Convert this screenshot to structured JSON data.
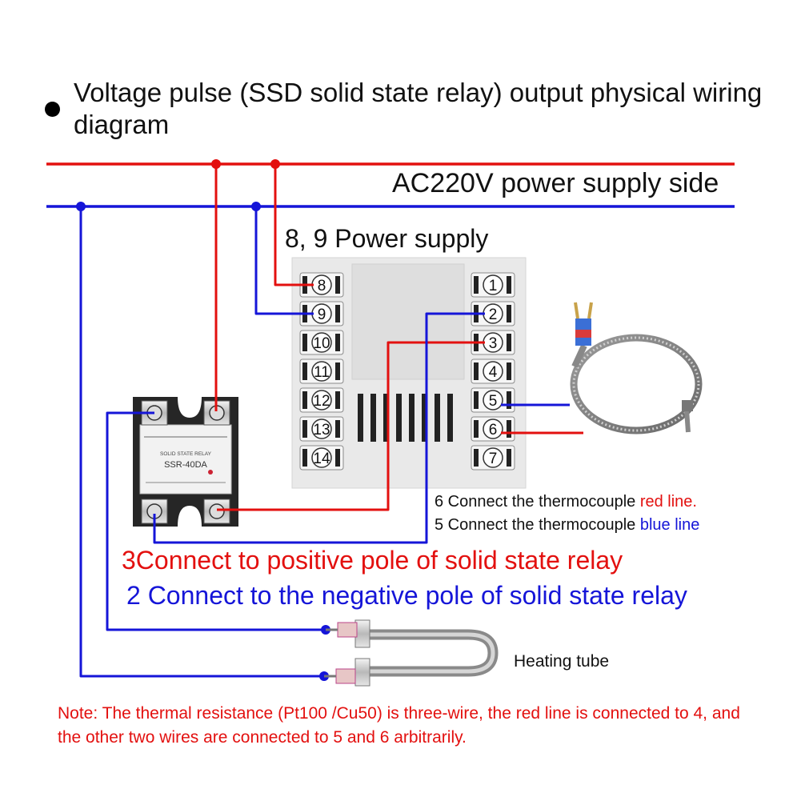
{
  "title": "Voltage pulse (SSD solid state relay) output physical wiring diagram",
  "power_side_label": "AC220V power supply side",
  "power_supply_label": "8, 9 Power supply",
  "controller": {
    "left_terminals": [
      "8",
      "9",
      "10",
      "11",
      "12",
      "13",
      "14"
    ],
    "right_terminals": [
      "1",
      "2",
      "3",
      "4",
      "5",
      "6",
      "7"
    ]
  },
  "relay": {
    "label_top": "SOLID STATE RELAY",
    "model": "SSR-40DA"
  },
  "thermocouple_notes": {
    "line6_prefix": "6 Connect the thermocouple ",
    "line6_color_word": "red line.",
    "line5_prefix": "5 Connect the thermocouple ",
    "line5_color_word": "blue line"
  },
  "connect_positive": "3Connect to positive pole of solid state relay",
  "connect_negative": "2 Connect to the negative pole of solid state relay",
  "heating_tube_label": "Heating tube",
  "note": "Note: The thermal resistance (Pt100 /Cu50) is three-wire, the red line is connected to 4, and the other two wires are connected to 5 and 6 arbitrarily.",
  "colors": {
    "red_wire": "#e3100f",
    "blue_wire": "#1515d8"
  }
}
